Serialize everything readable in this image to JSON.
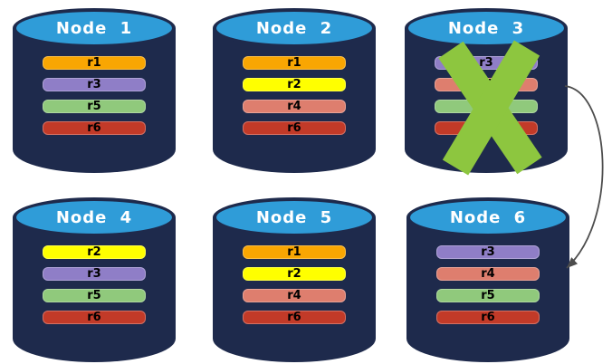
{
  "nodes": [
    {
      "title": "Node 1",
      "failed": false,
      "replicas": [
        {
          "label": "r1",
          "color": "#F9A602"
        },
        {
          "label": "r3",
          "color": "#8F7EC7"
        },
        {
          "label": "r5",
          "color": "#90C97C"
        },
        {
          "label": "r6",
          "color": "#C23A28"
        }
      ]
    },
    {
      "title": "Node 2",
      "failed": false,
      "replicas": [
        {
          "label": "r1",
          "color": "#F9A602"
        },
        {
          "label": "r2",
          "color": "#FFFF00"
        },
        {
          "label": "r4",
          "color": "#DE7E6E"
        },
        {
          "label": "r6",
          "color": "#C23A28"
        }
      ]
    },
    {
      "title": "Node 3",
      "failed": true,
      "replicas": [
        {
          "label": "r3",
          "color": "#8F7EC7"
        },
        {
          "label": "r4",
          "color": "#DE7E6E"
        },
        {
          "label": "r5",
          "color": "#90C97C"
        },
        {
          "label": "r6",
          "color": "#C23A28"
        }
      ]
    },
    {
      "title": "Node 4",
      "failed": false,
      "replicas": [
        {
          "label": "r2",
          "color": "#FFFF00"
        },
        {
          "label": "r3",
          "color": "#8F7EC7"
        },
        {
          "label": "r5",
          "color": "#90C97C"
        },
        {
          "label": "r6",
          "color": "#C23A28"
        }
      ]
    },
    {
      "title": "Node 5",
      "failed": false,
      "replicas": [
        {
          "label": "r1",
          "color": "#F9A602"
        },
        {
          "label": "r2",
          "color": "#FFFF00"
        },
        {
          "label": "r4",
          "color": "#DE7E6E"
        },
        {
          "label": "r6",
          "color": "#C23A28"
        }
      ]
    },
    {
      "title": "Node 6",
      "failed": false,
      "replicas": [
        {
          "label": "r3",
          "color": "#8F7EC7"
        },
        {
          "label": "r4",
          "color": "#DE7E6E"
        },
        {
          "label": "r5",
          "color": "#90C97C"
        },
        {
          "label": "r6",
          "color": "#C23A28"
        }
      ]
    }
  ],
  "annotations": {
    "x_mark_color": "#8DC63F",
    "arrow_color": "#4D4D4D"
  },
  "colors": {
    "cylinder_body": "#1E2A4C",
    "cylinder_top": "#2F9CD8"
  }
}
